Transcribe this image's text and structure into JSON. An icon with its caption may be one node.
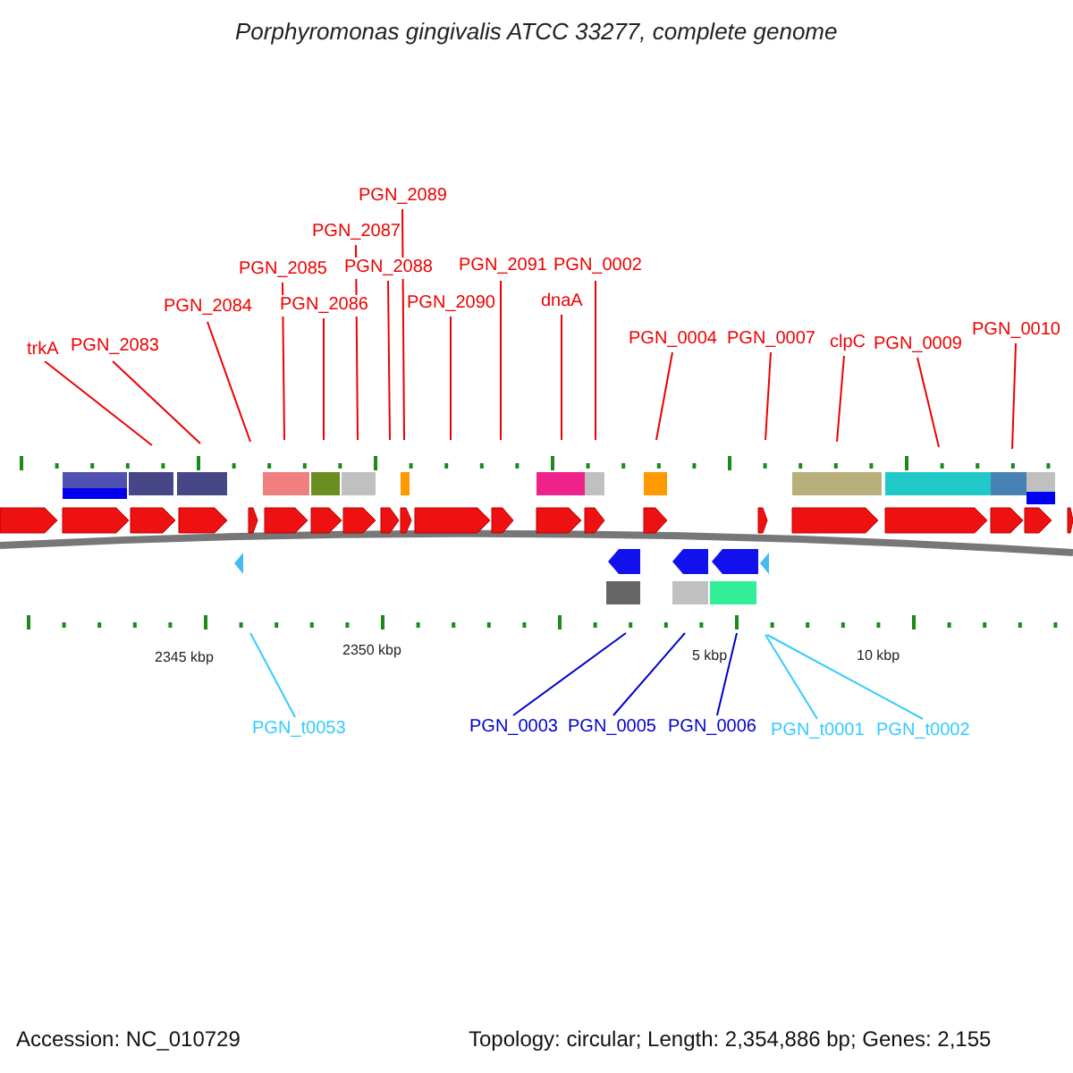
{
  "diagram": {
    "title": "Porphyromonas gingivalis ATCC 33277, complete genome",
    "nodes": [
      {
        "text": [
          "trkA"
        ]
      },
      {
        "text": [
          "PGN_2083"
        ]
      },
      {
        "text": [
          "PGN_2084"
        ]
      },
      {
        "text": [
          "PGN_2085"
        ]
      },
      {
        "text": [
          "PGN_2086"
        ]
      },
      {
        "text": [
          "PGN_2087"
        ]
      },
      {
        "text": [
          "PGN_2088"
        ]
      },
      {
        "text": [
          "PGN_2089"
        ]
      },
      {
        "text": [
          "PGN_2090"
        ]
      },
      {
        "text": [
          "PGN_2091"
        ]
      },
      {
        "text": [
          "dnaA"
        ]
      },
      {
        "text": [
          "PGN_0002"
        ]
      },
      {
        "text": [
          "PGN_0004"
        ]
      },
      {
        "text": [
          "PGN_0007"
        ]
      },
      {
        "text": [
          "clpC"
        ]
      },
      {
        "text": [
          "PGN_0009"
        ]
      },
      {
        "text": [
          "PGN_0010"
        ]
      },
      {
        "text": [
          "PGN_t0053"
        ]
      },
      {
        "text": [
          "PGN_0003"
        ]
      },
      {
        "text": [
          "PGN_0005"
        ]
      },
      {
        "text": [
          "PGN_0006"
        ]
      },
      {
        "text": [
          "PGN_t0001"
        ]
      },
      {
        "text": [
          "PGN_t0002"
        ]
      }
    ],
    "edges": [
      {
        "from": 0,
        "to": null,
        "arrow": "none"
      },
      {
        "from": 1,
        "to": null,
        "arrow": "none"
      },
      {
        "from": 2,
        "to": null,
        "arrow": "none"
      },
      {
        "from": 3,
        "to": null,
        "arrow": "none"
      },
      {
        "from": 4,
        "to": null,
        "arrow": "none"
      },
      {
        "from": 5,
        "to": null,
        "arrow": "none"
      },
      {
        "from": 6,
        "to": null,
        "arrow": "none"
      },
      {
        "from": 7,
        "to": null,
        "arrow": "none"
      },
      {
        "from": 8,
        "to": null,
        "arrow": "none"
      },
      {
        "from": 9,
        "to": null,
        "arrow": "none"
      },
      {
        "from": 10,
        "to": null,
        "arrow": "none"
      },
      {
        "from": 11,
        "to": null,
        "arrow": "none"
      },
      {
        "from": 12,
        "to": null,
        "arrow": "none"
      },
      {
        "from": 13,
        "to": null,
        "arrow": "none"
      },
      {
        "from": 14,
        "to": null,
        "arrow": "none"
      },
      {
        "from": 15,
        "to": null,
        "arrow": "none"
      },
      {
        "from": 16,
        "to": null,
        "arrow": "none"
      },
      {
        "from": 17,
        "to": null,
        "arrow": "none",
        "color": "#33ccff"
      },
      {
        "from": 18,
        "to": null,
        "arrow": "none",
        "color": "#0000cc"
      },
      {
        "from": 19,
        "to": null,
        "arrow": "none",
        "color": "#0000cc"
      },
      {
        "from": 20,
        "to": null,
        "arrow": "none",
        "color": "#0000cc"
      },
      {
        "from": 21,
        "to": null,
        "arrow": "none",
        "color": "#33ccff"
      },
      {
        "from": 22,
        "to": null,
        "arrow": "none",
        "color": "#33ccff"
      }
    ],
    "labels": [
      "2345 kbp",
      "2350 kbp",
      "5 kbp",
      "10 kbp",
      "Accession: NC_010729",
      "Topology: circular; Length: 2,354,886 bp; Genes: 2,155"
    ]
  }
}
